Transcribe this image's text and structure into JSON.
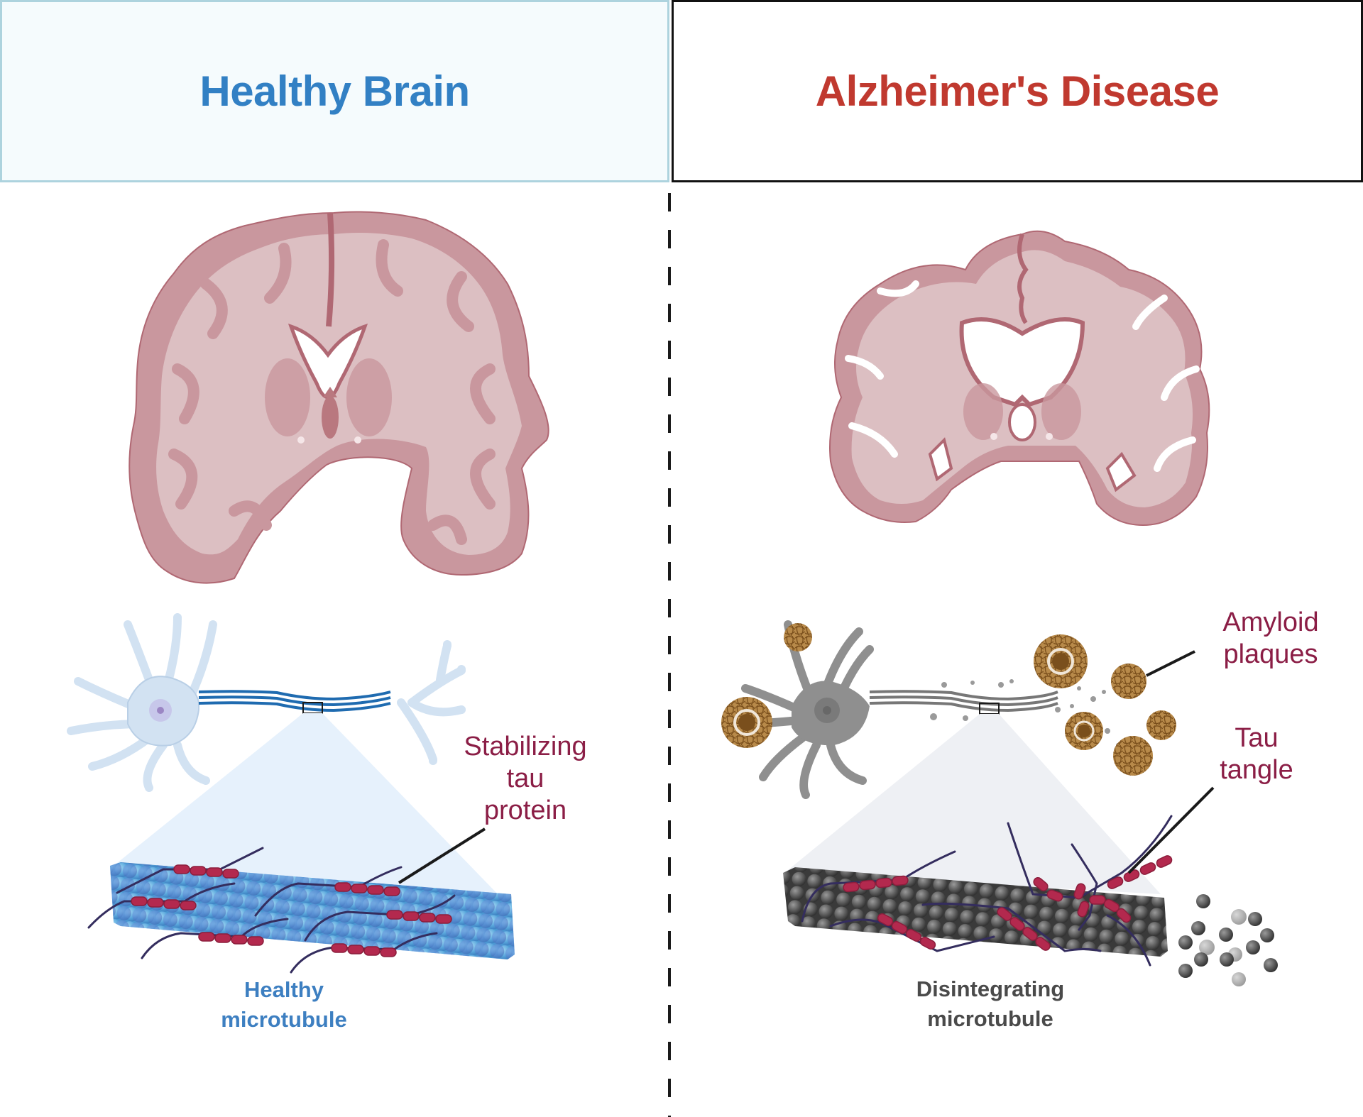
{
  "panels": {
    "left": {
      "title": "Healthy Brain",
      "title_color": "#3280c4",
      "header_bg": "#f5fbfd",
      "header_border": "#add3de",
      "labels": {
        "tau_line1": "Stabilizing",
        "tau_line2": "tau",
        "tau_line3": "protein"
      },
      "caption": {
        "line1": "Healthy",
        "line2": "microtubule",
        "color": "#3d7fc1"
      }
    },
    "right": {
      "title": "Alzheimer's Disease",
      "title_color": "#c0392f",
      "header_bg": "#ffffff",
      "header_border": "#111111",
      "labels": {
        "amyloid_line1": "Amyloid",
        "amyloid_line2": "plaques",
        "tangle_line1": "Tau",
        "tangle_line2": "tangle"
      },
      "caption": {
        "line1": "Disintegrating",
        "line2": "microtubule",
        "color": "#4a4a4a"
      }
    }
  },
  "colors": {
    "label_text": "#8b1e46",
    "brain_fill": "#dcbfc2",
    "brain_cortex": "#c9979e",
    "brain_outline": "#b06873",
    "neuron_healthy": "#d2e2f2",
    "neuron_diseased": "#8f8f8f",
    "axon_blue": "#1f6bb0",
    "microtubule_blue": "#5aa7dc",
    "microtubule_gray": "#555555",
    "tau_red": "#b3294e",
    "tau_strand": "#342d5e",
    "plaque_brown": "#9a6a2e",
    "zoom_cone_blue": "#e6f1fc",
    "zoom_cone_gray": "#eef0f4",
    "divider": "#1a1a1a"
  }
}
